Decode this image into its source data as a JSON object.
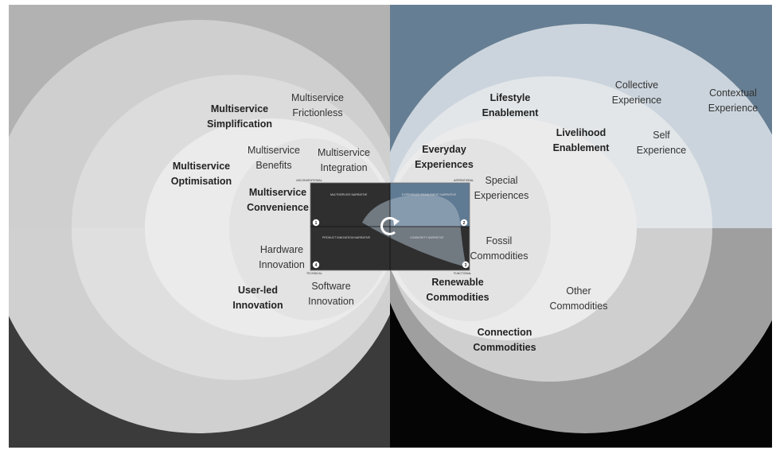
{
  "colors": {
    "top_left_bg": "#b2b2b2",
    "top_right_bg": "#667e93",
    "bottom_left_bg": "#3b3b3b",
    "bottom_right_bg": "#050505",
    "ring_outer_tl": "#cfcfcf",
    "ring_outer_tr": "#cbd4dc",
    "ring_outer_bl": "#d0d0d0",
    "ring_outer_br": "#9f9f9f",
    "ring_mid_tr": "#e2e6e9",
    "ring_mid_br": "#cfcfcf",
    "ring_light": "#ebebeb",
    "ring_inner": "#e3e3e3",
    "center_panel_dark": "#2f2f2f",
    "center_panel_blue": "#5f7a93"
  },
  "center_matrix": {
    "top_left_label": "MULTISERVICE NARRATIVE",
    "top_right_label": "EXPERIENCE ENABLEMENT NARRATIVE",
    "bottom_left_label": "PRODUCT INNOVATION NARRATIVE",
    "bottom_right_label": "COMMODITY NARRATIVE",
    "axis_top_left": "UNCONVENTIONAL",
    "axis_top_right": "ASPIRATIONAL",
    "axis_bottom_left": "TECHNICAL",
    "axis_bottom_right": "FUNCTIONAL",
    "markers": [
      "1",
      "2",
      "3",
      "4"
    ],
    "cycle_icon": "refresh-icon"
  },
  "labels": {
    "tl": {
      "multiservice_simplification": "Multiservice\nSimplification",
      "multiservice_frictionless": "Multiservice\nFrictionless",
      "multiservice_optimisation": "Multiservice\nOptimisation",
      "multiservice_benefits": "Multiservice\nBenefits",
      "multiservice_integration": "Multiservice\nIntegration",
      "multiservice_convenience": "Multiservice\nConvenience"
    },
    "tr": {
      "lifestyle_enablement": "Lifestyle\nEnablement",
      "collective_experience": "Collective\nExperience",
      "contextual_experience": "Contextual\nExperience",
      "livelihood_enablement": "Livelihood\nEnablement",
      "self_experience": "Self\nExperience",
      "everyday_experiences": "Everyday\nExperiences",
      "special_experiences": "Special\nExperiences"
    },
    "bl": {
      "hardware_innovation": "Hardware\nInnovation",
      "user_led_innovation": "User-led\nInnovation",
      "software_innovation": "Software\nInnovation"
    },
    "br": {
      "fossil_commodities": "Fossil\nCommodities",
      "renewable_commodities": "Renewable\nCommodities",
      "other_commodities": "Other\nCommodities",
      "connection_commodities": "Connection\nCommodities"
    }
  }
}
